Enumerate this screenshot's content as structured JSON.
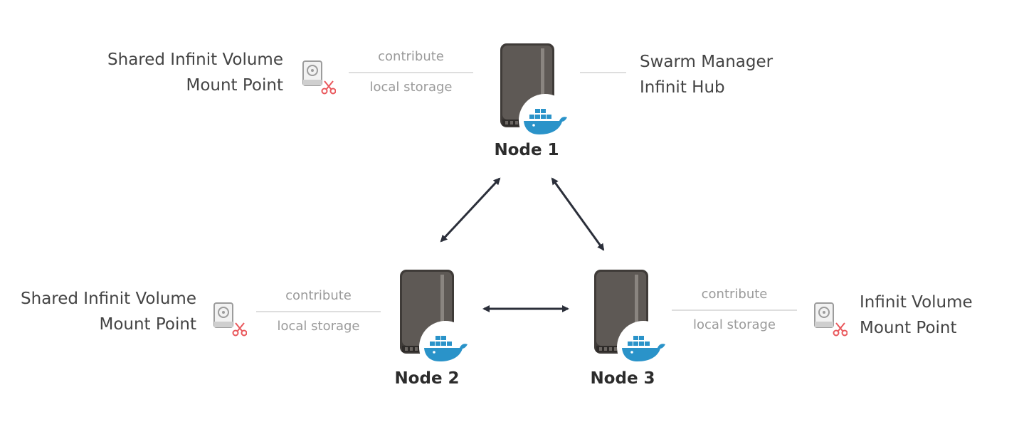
{
  "colors": {
    "server_body": "#5e5955",
    "server_edge": "#3f3b38",
    "whale": "#2a93c9",
    "arrow": "#2b2f3a",
    "muted_text": "#9a9a9a",
    "label_text": "#444444",
    "scissors": "#e9585c"
  },
  "icons": {
    "server": "server-icon",
    "docker": "docker-whale-icon",
    "drive": "hard-drive-icon",
    "scissors": "scissors-icon"
  },
  "node1": {
    "name": "Node 1",
    "role_line1": "Swarm Manager",
    "role_line2": "Infinit Hub",
    "contribute": "contribute",
    "storage": "local storage",
    "mount_line1": "Shared Infinit Volume",
    "mount_line2": "Mount Point"
  },
  "node2": {
    "name": "Node 2",
    "contribute": "contribute",
    "storage": "local storage",
    "mount_line1": "Shared Infinit Volume",
    "mount_line2": "Mount Point"
  },
  "node3": {
    "name": "Node 3",
    "contribute": "contribute",
    "storage": "local storage",
    "mount_line1": "Infinit Volume",
    "mount_line2": "Mount Point"
  }
}
